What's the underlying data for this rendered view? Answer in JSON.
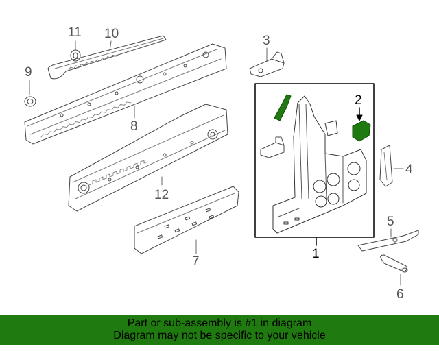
{
  "callouts": {
    "c1": "1",
    "c2": "2",
    "c3": "3",
    "c4": "4",
    "c5": "5",
    "c6": "6",
    "c7": "7",
    "c8": "8",
    "c9": "9",
    "c10": "10",
    "c11": "11",
    "c12": "12"
  },
  "banner": {
    "line1": "Part or sub-assembly is #1 in diagram",
    "line2": "Diagram may not be specific to your vehicle"
  },
  "colors": {
    "highlight": "#1f7a0f",
    "line": "#444444",
    "callout_text": "#555555"
  }
}
